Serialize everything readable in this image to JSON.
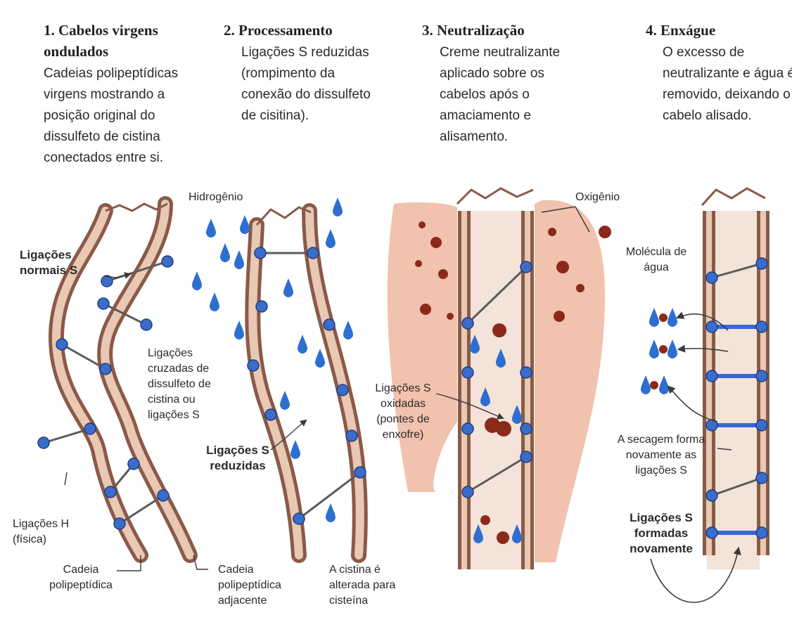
{
  "steps": [
    {
      "number": "1.",
      "title_line1": "Cabelos virgens",
      "title_line2": "ondulados",
      "body": "Cadeias polipeptídicas virgens mostrando a posição original do dissulfeto de cistina conectados entre si."
    },
    {
      "number": "2.",
      "title_line1": "Processamento",
      "title_line2": "",
      "body": "Ligações S reduzidas (rompimento da conexão do dissulfeto de cisitina)."
    },
    {
      "number": "3.",
      "title_line1": "Neutralização",
      "title_line2": "",
      "body": "Creme neutralizante aplicado sobre os cabelos após o amaciamento e alisamento."
    },
    {
      "number": "4.",
      "title_line1": "Enxágue",
      "title_line2": "",
      "body": "O excesso de neutralizante e água é removido, deixando o cabelo alisado."
    }
  ],
  "labels": {
    "normal_s": "Ligações normais S",
    "crosslinks": "Ligações cruzadas de dissulfeto de cistina ou ligações S",
    "h_bonds": "Ligações H (física)",
    "chain": "Cadeia polipeptídica",
    "adjacent_chain": "Cadeia polipeptídica adjacente",
    "hydrogen": "Hidrogênio",
    "reduced_s": "Ligações S reduzidas",
    "cystine_altered": "A cistina é alterada para cisteína",
    "oxidized_s": "Ligações S oxidadas (pontes de enxofre)",
    "oxygen": "Oxigênio",
    "water_molecule": "Molécula de água",
    "drying": "A secagem forma novamente as ligações S",
    "reformed_s": "Ligações S formadas novamente"
  },
  "colors": {
    "hair_outer": "#8a5a48",
    "hair_fill": "#e9c8b4",
    "cream": "#f1c2ad",
    "water_drop": "#2d6fd1",
    "sulfur_dot": "#3b6cc9",
    "oxygen_dot": "#8b2a1a",
    "chain_link": "#5b5b5b",
    "bond_bar": "#3a66d6"
  }
}
